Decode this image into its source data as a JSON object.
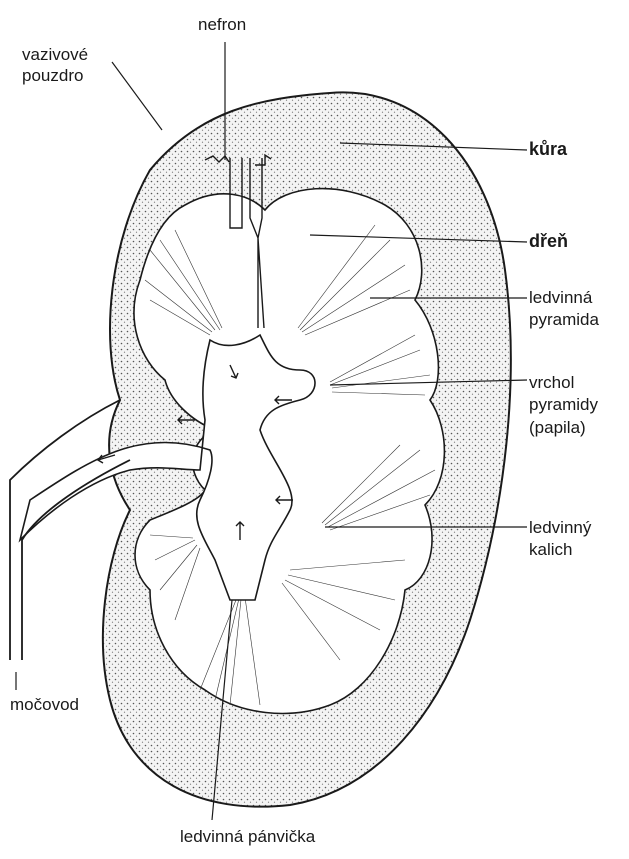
{
  "labels": {
    "nefron": "nefron",
    "vazivove_line1": "vazivové",
    "vazivove_line2": "pouzdro",
    "kura": "kůra",
    "dren": "dřeň",
    "pyramida_line1": "ledvinná",
    "pyramida_line2": "pyramida",
    "vrchol_line1": "vrchol",
    "vrchol_line2": "pyramidy",
    "vrchol_line3": "(papila)",
    "kalich_line1": "ledvinný",
    "kalich_line2": "kalich",
    "mocovod": "močovod",
    "panvicka": "ledvinná pánvička"
  },
  "colors": {
    "ink": "#1a1a1a",
    "cortex_fill": "#d9d9d9",
    "medulla_fill": "#ffffff",
    "background": "#ffffff"
  }
}
